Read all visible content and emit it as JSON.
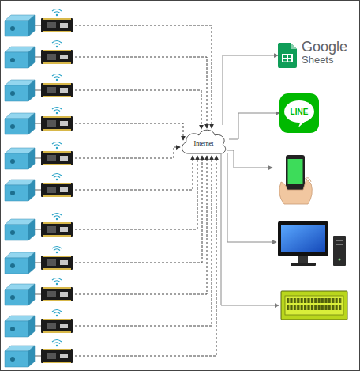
{
  "diagram": {
    "nodes": [
      {
        "text": [
          "Internet"
        ]
      },
      {
        "text": [
          "Google",
          "Sheets"
        ]
      },
      {
        "text": [
          "LINE"
        ]
      }
    ],
    "edges": [
      {
        "from": 0,
        "to": 1,
        "arrow": "to"
      },
      {
        "from": 0,
        "to": 2,
        "arrow": "to"
      }
    ]
  }
}
